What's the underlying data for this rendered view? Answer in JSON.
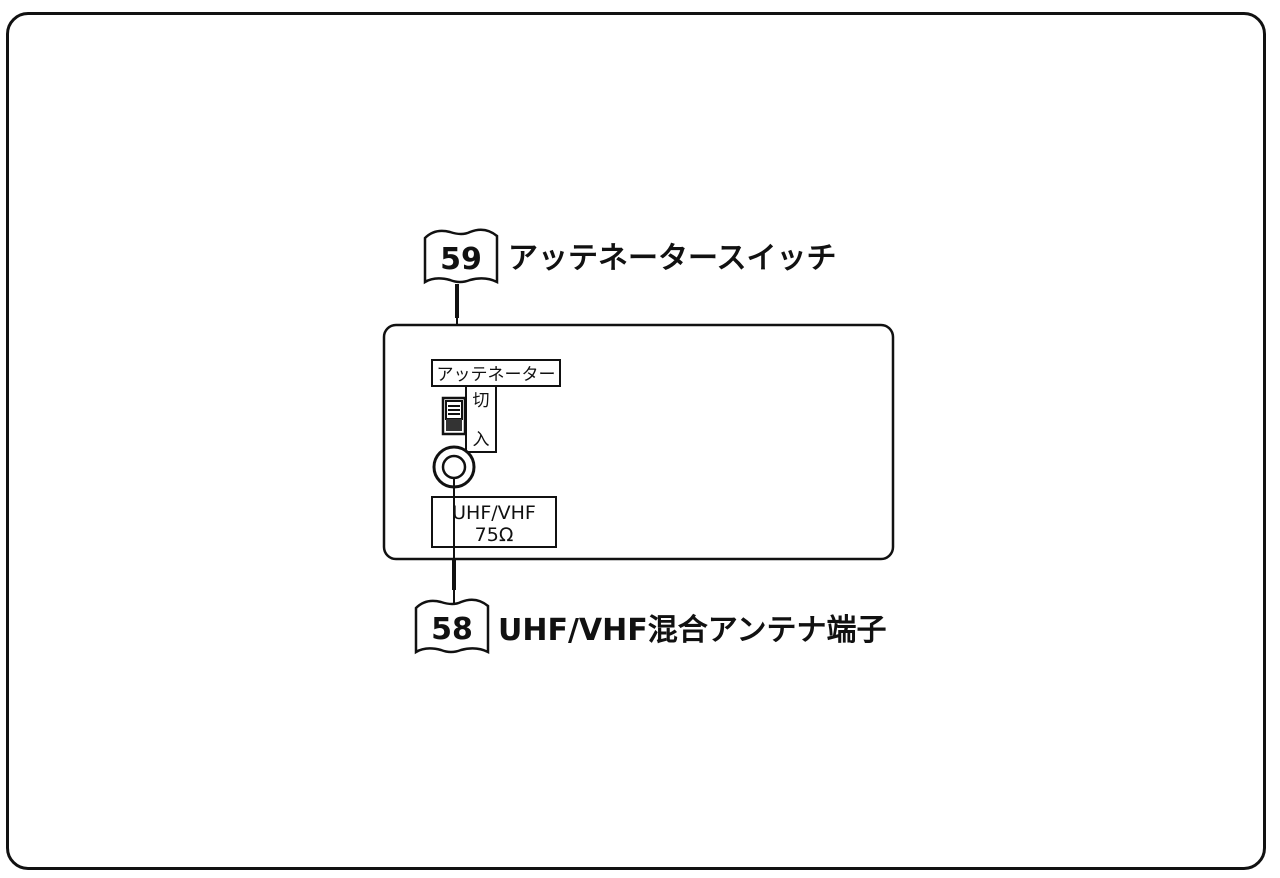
{
  "callouts": [
    {
      "page_ref": "59",
      "label": "アッテネータースイッチ"
    },
    {
      "page_ref": "58",
      "label": "UHF/VHF混合アンテナ端子"
    }
  ],
  "panel": {
    "attenuator_label": "アッテネーター",
    "switch_off": "切",
    "switch_on": "入",
    "terminal_line1": "UHF/VHF",
    "terminal_line2": "75Ω"
  }
}
